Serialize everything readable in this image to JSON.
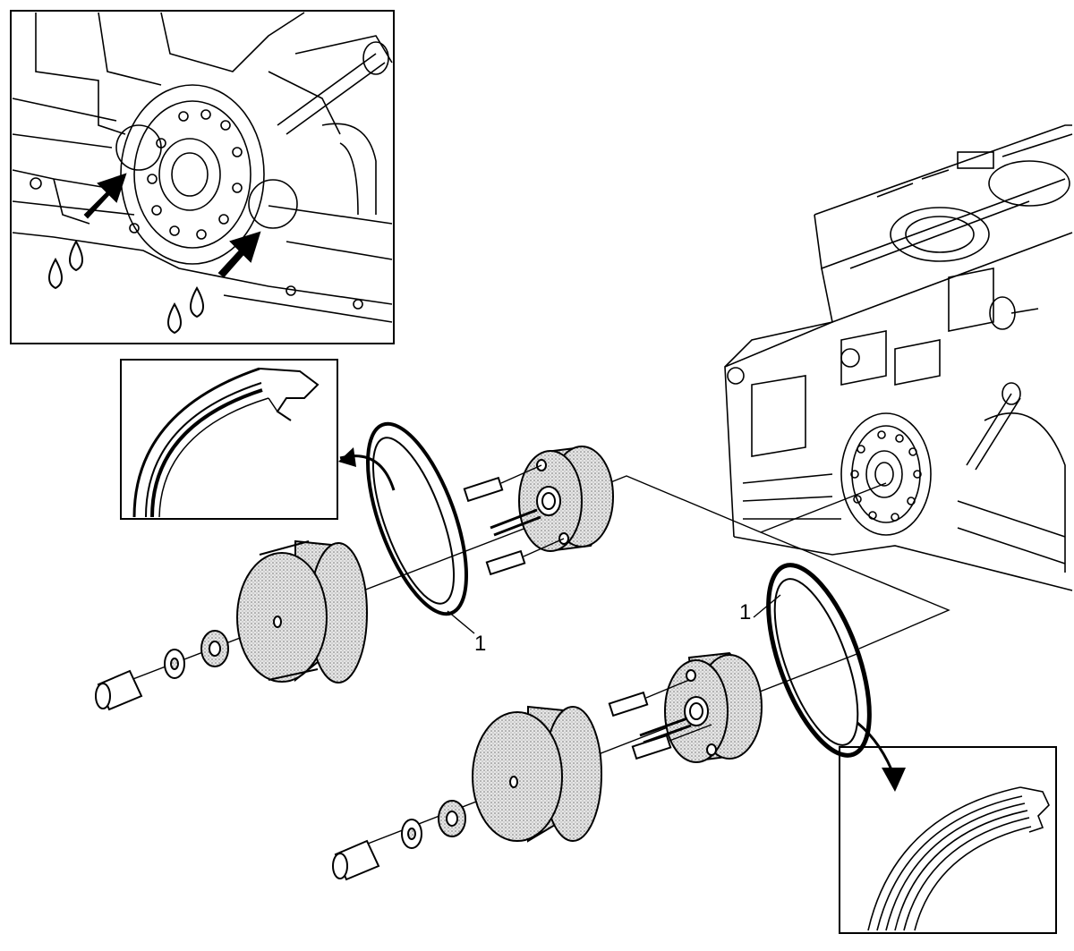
{
  "diagram": {
    "callouts": [
      {
        "id": "seal-old",
        "label": "1"
      },
      {
        "id": "seal-new",
        "label": "1"
      }
    ],
    "colors": {
      "line": "#000000",
      "fill": "#ffffff",
      "stipple": "#c9c9c9"
    }
  }
}
